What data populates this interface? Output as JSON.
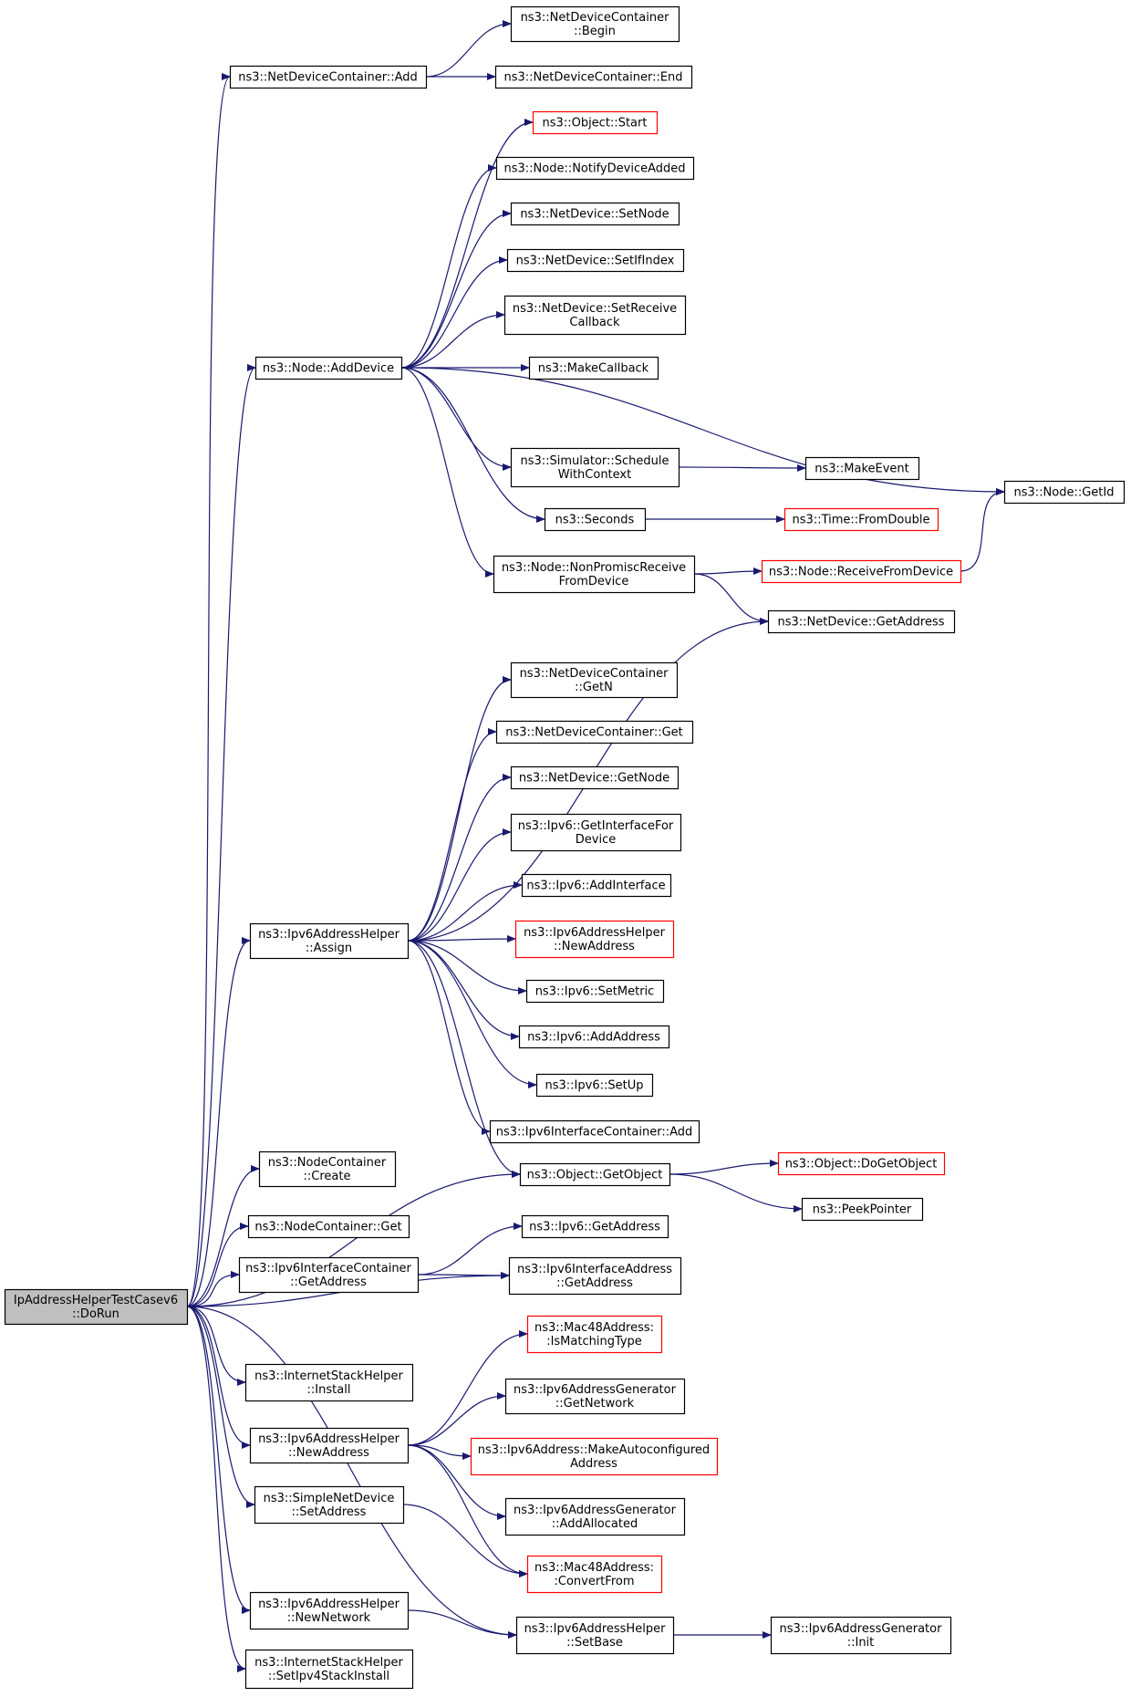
{
  "colors": {
    "edge": "#191970",
    "box_border": "#000000",
    "box_border_incomplete": "#ff0000",
    "root_fill": "#bfbfbf",
    "box_fill": "#ffffff"
  },
  "nodes": {
    "root": {
      "lines": [
        "IpAddressHelperTestCasev6",
        "::DoRun"
      ],
      "style": "root"
    },
    "ndc_add": {
      "lines": [
        "ns3::NetDeviceContainer::Add"
      ],
      "style": "normal"
    },
    "ndc_begin": {
      "lines": [
        "ns3::NetDeviceContainer",
        "::Begin"
      ],
      "style": "normal"
    },
    "ndc_end": {
      "lines": [
        "ns3::NetDeviceContainer::End"
      ],
      "style": "normal"
    },
    "obj_start": {
      "lines": [
        "ns3::Object::Start"
      ],
      "style": "red"
    },
    "node_notify": {
      "lines": [
        "ns3::Node::NotifyDeviceAdded"
      ],
      "style": "normal"
    },
    "nd_setnode": {
      "lines": [
        "ns3::NetDevice::SetNode"
      ],
      "style": "normal"
    },
    "nd_setifindex": {
      "lines": [
        "ns3::NetDevice::SetIfIndex"
      ],
      "style": "normal"
    },
    "nd_setreceive": {
      "lines": [
        "ns3::NetDevice::SetReceive",
        "Callback"
      ],
      "style": "normal"
    },
    "node_adddevice": {
      "lines": [
        "ns3::Node::AddDevice"
      ],
      "style": "normal"
    },
    "makecallback": {
      "lines": [
        "ns3::MakeCallback"
      ],
      "style": "normal"
    },
    "node_getid": {
      "lines": [
        "ns3::Node::GetId"
      ],
      "style": "normal"
    },
    "sim_schedule": {
      "lines": [
        "ns3::Simulator::Schedule",
        "WithContext"
      ],
      "style": "normal"
    },
    "makeevent": {
      "lines": [
        "ns3::MakeEvent"
      ],
      "style": "normal"
    },
    "seconds": {
      "lines": [
        "ns3::Seconds"
      ],
      "style": "normal"
    },
    "time_fromdouble": {
      "lines": [
        "ns3::Time::FromDouble"
      ],
      "style": "red"
    },
    "node_nonpromisc": {
      "lines": [
        "ns3::Node::NonPromiscReceive",
        "FromDevice"
      ],
      "style": "normal"
    },
    "node_receive": {
      "lines": [
        "ns3::Node::ReceiveFromDevice"
      ],
      "style": "red"
    },
    "nd_getaddress": {
      "lines": [
        "ns3::NetDevice::GetAddress"
      ],
      "style": "normal"
    },
    "ndc_getn": {
      "lines": [
        "ns3::NetDeviceContainer",
        "::GetN"
      ],
      "style": "normal"
    },
    "ndc_get": {
      "lines": [
        "ns3::NetDeviceContainer::Get"
      ],
      "style": "normal"
    },
    "nd_getnode": {
      "lines": [
        "ns3::NetDevice::GetNode"
      ],
      "style": "normal"
    },
    "ipv6_getiface": {
      "lines": [
        "ns3::Ipv6::GetInterfaceFor",
        "Device"
      ],
      "style": "normal"
    },
    "ipv6_addiface": {
      "lines": [
        "ns3::Ipv6::AddInterface"
      ],
      "style": "normal"
    },
    "ipv6ah_assign": {
      "lines": [
        "ns3::Ipv6AddressHelper",
        "::Assign"
      ],
      "style": "normal"
    },
    "ipv6ah_newaddress_r": {
      "lines": [
        "ns3::Ipv6AddressHelper",
        "::NewAddress"
      ],
      "style": "red"
    },
    "ipv6_setmetric": {
      "lines": [
        "ns3::Ipv6::SetMetric"
      ],
      "style": "normal"
    },
    "ipv6_addaddress": {
      "lines": [
        "ns3::Ipv6::AddAddress"
      ],
      "style": "normal"
    },
    "ipv6_setup": {
      "lines": [
        "ns3::Ipv6::SetUp"
      ],
      "style": "normal"
    },
    "ipv6ic_add": {
      "lines": [
        "ns3::Ipv6InterfaceContainer::Add"
      ],
      "style": "normal"
    },
    "nc_create": {
      "lines": [
        "ns3::NodeContainer",
        "::Create"
      ],
      "style": "normal"
    },
    "obj_getobject": {
      "lines": [
        "ns3::Object::GetObject"
      ],
      "style": "normal"
    },
    "obj_dogetobject": {
      "lines": [
        "ns3::Object::DoGetObject"
      ],
      "style": "red"
    },
    "peekpointer": {
      "lines": [
        "ns3::PeekPointer"
      ],
      "style": "normal"
    },
    "nc_get": {
      "lines": [
        "ns3::NodeContainer::Get"
      ],
      "style": "normal"
    },
    "ipv6_getaddress": {
      "lines": [
        "ns3::Ipv6::GetAddress"
      ],
      "style": "normal"
    },
    "ipv6ic_getaddress": {
      "lines": [
        "ns3::Ipv6InterfaceContainer",
        "::GetAddress"
      ],
      "style": "normal"
    },
    "ipv6ia_getaddress": {
      "lines": [
        "ns3::Ipv6InterfaceAddress",
        "::GetAddress"
      ],
      "style": "normal"
    },
    "mac48_ismatching": {
      "lines": [
        "ns3::Mac48Address:",
        ":IsMatchingType"
      ],
      "style": "red"
    },
    "ish_install": {
      "lines": [
        "ns3::InternetStackHelper",
        "::Install"
      ],
      "style": "normal"
    },
    "ipv6ag_getnetwork": {
      "lines": [
        "ns3::Ipv6AddressGenerator",
        "::GetNetwork"
      ],
      "style": "normal"
    },
    "ipv6ah_newaddress": {
      "lines": [
        "ns3::Ipv6AddressHelper",
        "::NewAddress"
      ],
      "style": "normal"
    },
    "ipv6a_makeauto": {
      "lines": [
        "ns3::Ipv6Address::MakeAutoconfigured",
        "Address"
      ],
      "style": "red"
    },
    "snd_setaddress": {
      "lines": [
        "ns3::SimpleNetDevice",
        "::SetAddress"
      ],
      "style": "normal"
    },
    "ipv6ag_addalloc": {
      "lines": [
        "ns3::Ipv6AddressGenerator",
        "::AddAllocated"
      ],
      "style": "normal"
    },
    "mac48_convert": {
      "lines": [
        "ns3::Mac48Address:",
        ":ConvertFrom"
      ],
      "style": "red"
    },
    "ipv6ah_newnetwork": {
      "lines": [
        "ns3::Ipv6AddressHelper",
        "::NewNetwork"
      ],
      "style": "normal"
    },
    "ipv6ah_setbase": {
      "lines": [
        "ns3::Ipv6AddressHelper",
        "::SetBase"
      ],
      "style": "normal"
    },
    "ipv6ag_init": {
      "lines": [
        "ns3::Ipv6AddressGenerator",
        "::Init"
      ],
      "style": "normal"
    },
    "ish_setipv4": {
      "lines": [
        "ns3::InternetStackHelper",
        "::SetIpv4StackInstall"
      ],
      "style": "normal"
    }
  },
  "edges": [
    [
      "root",
      "ndc_add"
    ],
    [
      "root",
      "node_adddevice"
    ],
    [
      "root",
      "ipv6ah_assign"
    ],
    [
      "root",
      "obj_getobject"
    ],
    [
      "root",
      "nc_create"
    ],
    [
      "root",
      "nc_get"
    ],
    [
      "root",
      "ipv6ic_getaddress"
    ],
    [
      "root",
      "ipv6ia_getaddress"
    ],
    [
      "root",
      "ish_install"
    ],
    [
      "root",
      "ipv6ah_newaddress"
    ],
    [
      "root",
      "snd_setaddress"
    ],
    [
      "root",
      "ipv6ah_setbase"
    ],
    [
      "root",
      "ipv6ah_newnetwork"
    ],
    [
      "root",
      "ish_setipv4"
    ],
    [
      "ndc_add",
      "ndc_begin"
    ],
    [
      "ndc_add",
      "ndc_end"
    ],
    [
      "node_adddevice",
      "obj_start"
    ],
    [
      "node_adddevice",
      "node_notify"
    ],
    [
      "node_adddevice",
      "nd_setnode"
    ],
    [
      "node_adddevice",
      "nd_setifindex"
    ],
    [
      "node_adddevice",
      "nd_setreceive"
    ],
    [
      "node_adddevice",
      "makecallback"
    ],
    [
      "node_adddevice",
      "node_getid"
    ],
    [
      "node_adddevice",
      "sim_schedule"
    ],
    [
      "node_adddevice",
      "seconds"
    ],
    [
      "node_adddevice",
      "node_nonpromisc"
    ],
    [
      "sim_schedule",
      "makeevent"
    ],
    [
      "seconds",
      "time_fromdouble"
    ],
    [
      "node_nonpromisc",
      "node_receive"
    ],
    [
      "node_nonpromisc",
      "nd_getaddress"
    ],
    [
      "node_receive",
      "node_getid"
    ],
    [
      "ipv6ah_assign",
      "nd_getaddress"
    ],
    [
      "ipv6ah_assign",
      "ndc_getn"
    ],
    [
      "ipv6ah_assign",
      "ndc_get"
    ],
    [
      "ipv6ah_assign",
      "nd_getnode"
    ],
    [
      "ipv6ah_assign",
      "ipv6_getiface"
    ],
    [
      "ipv6ah_assign",
      "ipv6_addiface"
    ],
    [
      "ipv6ah_assign",
      "ipv6ah_newaddress_r"
    ],
    [
      "ipv6ah_assign",
      "ipv6_setmetric"
    ],
    [
      "ipv6ah_assign",
      "ipv6_addaddress"
    ],
    [
      "ipv6ah_assign",
      "ipv6_setup"
    ],
    [
      "ipv6ah_assign",
      "ipv6ic_add"
    ],
    [
      "ipv6ah_assign",
      "obj_getobject"
    ],
    [
      "obj_getobject",
      "obj_dogetobject"
    ],
    [
      "obj_getobject",
      "peekpointer"
    ],
    [
      "ipv6ic_getaddress",
      "ipv6_getaddress"
    ],
    [
      "ipv6ic_getaddress",
      "ipv6ia_getaddress"
    ],
    [
      "ipv6ah_newaddress",
      "mac48_ismatching"
    ],
    [
      "ipv6ah_newaddress",
      "ipv6ag_getnetwork"
    ],
    [
      "ipv6ah_newaddress",
      "ipv6a_makeauto"
    ],
    [
      "ipv6ah_newaddress",
      "ipv6ag_addalloc"
    ],
    [
      "ipv6ah_newaddress",
      "mac48_convert"
    ],
    [
      "snd_setaddress",
      "mac48_convert"
    ],
    [
      "ipv6ah_newnetwork",
      "ipv6ah_setbase"
    ],
    [
      "ipv6ah_setbase",
      "ipv6ag_init"
    ]
  ]
}
